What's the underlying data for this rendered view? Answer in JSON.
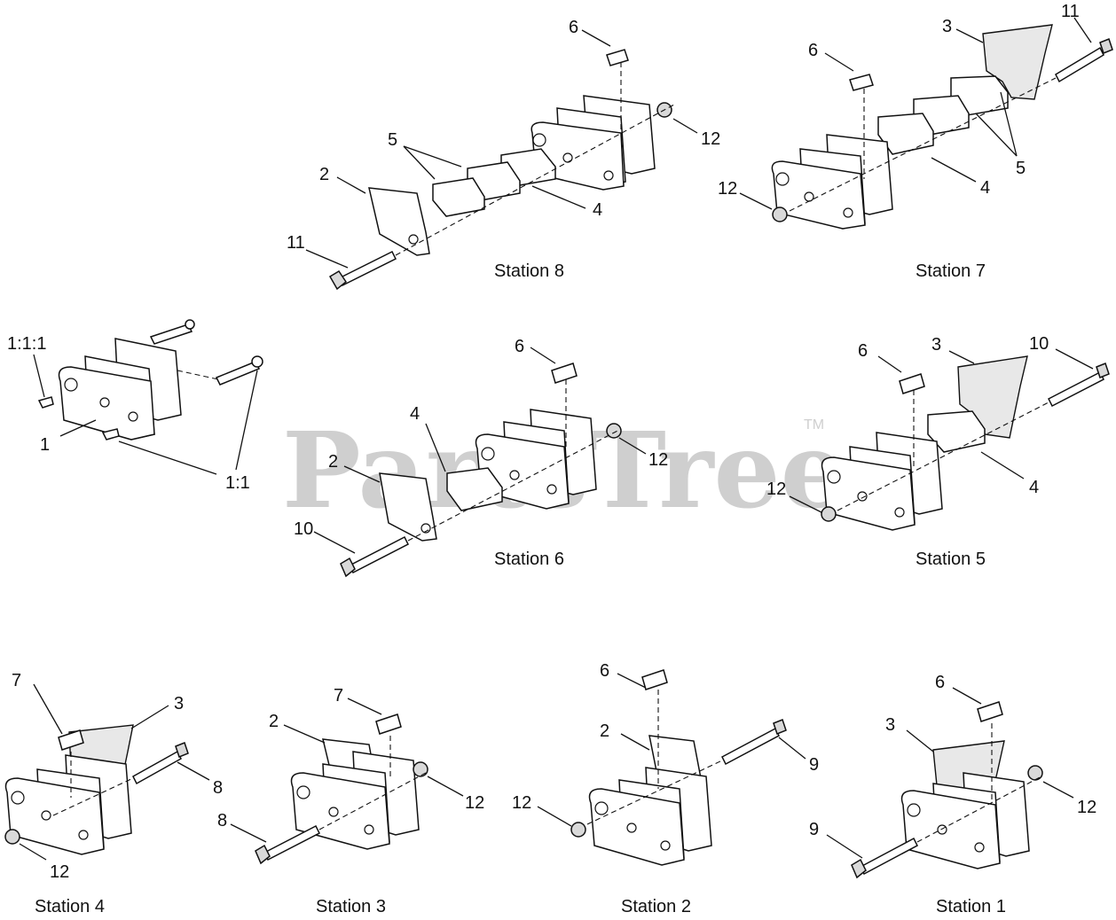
{
  "watermark": {
    "brand": "PartsTree",
    "tm": "TM"
  },
  "stations": [
    {
      "id": "station-8",
      "label": "Station 8"
    },
    {
      "id": "station-7",
      "label": "Station 7"
    },
    {
      "id": "station-6",
      "label": "Station 6"
    },
    {
      "id": "station-5",
      "label": "Station 5"
    },
    {
      "id": "station-4",
      "label": "Station 4"
    },
    {
      "id": "station-3",
      "label": "Station 3"
    },
    {
      "id": "station-2",
      "label": "Station 2"
    },
    {
      "id": "station-1",
      "label": "Station 1"
    }
  ],
  "callouts": {
    "s8": [
      "6",
      "5",
      "2",
      "4",
      "11",
      "12"
    ],
    "s7": [
      "6",
      "3",
      "11",
      "12",
      "4",
      "5"
    ],
    "assembly": [
      "1:1:1",
      "1",
      "1:1"
    ],
    "s6": [
      "6",
      "4",
      "2",
      "12",
      "10"
    ],
    "s5": [
      "6",
      "3",
      "10",
      "12",
      "4"
    ],
    "s4": [
      "7",
      "3",
      "8",
      "12"
    ],
    "s3": [
      "7",
      "2",
      "12",
      "8"
    ],
    "s2": [
      "6",
      "2",
      "9",
      "12"
    ],
    "s1": [
      "6",
      "3",
      "12",
      "9"
    ]
  }
}
